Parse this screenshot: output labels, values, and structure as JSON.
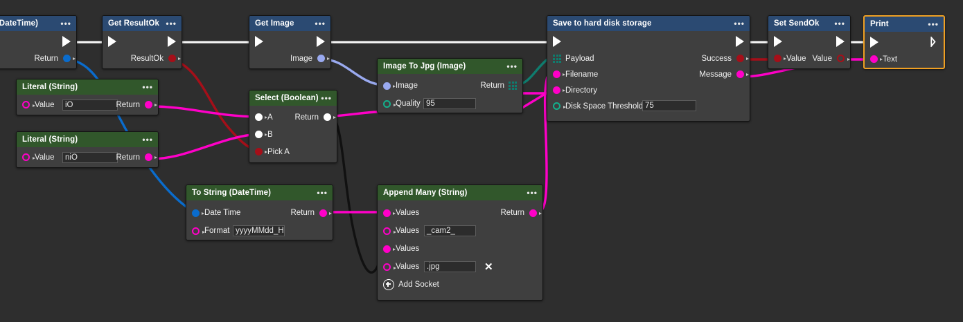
{
  "editor": {
    "background": "#2e2e2e",
    "header_exec_color": "#2b4a72",
    "header_pure_color": "#31572b",
    "selection_color": "#f0a022",
    "wire_colors": {
      "exec": "#f2f2f2",
      "string": "#ff00c8",
      "boolean": "#a50f19",
      "datetime": "#0a6ccd",
      "image": "#9aaaf0",
      "array": "#0f7c6e",
      "wildcard": "#111111"
    }
  },
  "nodes": [
    {
      "id": "now",
      "title": "Now (DateTime)",
      "kind": "exec",
      "menu": "•••",
      "exec_in": "hollow",
      "exec_out": "filled",
      "outputs": [
        {
          "label": "Return",
          "type": "datetime",
          "filled": true
        }
      ],
      "inputs": []
    },
    {
      "id": "get-resultok",
      "title": "Get ResultOk",
      "kind": "exec",
      "menu": "•••",
      "exec_in": "filled",
      "exec_out": "filled",
      "outputs": [
        {
          "label": "ResultOk",
          "type": "boolean",
          "filled": true
        }
      ],
      "inputs": []
    },
    {
      "id": "get-image",
      "title": "Get Image",
      "kind": "exec",
      "menu": "•••",
      "exec_in": "filled",
      "exec_out": "filled",
      "outputs": [
        {
          "label": "Image",
          "type": "image",
          "filled": true
        }
      ],
      "inputs": []
    },
    {
      "id": "save-hard-disk",
      "title": "Save to hard disk storage",
      "kind": "exec",
      "menu": "•••",
      "exec_in": "filled",
      "exec_out": "filled",
      "inputs": [
        {
          "label": "Payload",
          "type": "array",
          "filled": true
        },
        {
          "label": "Filename",
          "type": "string",
          "filled": true
        },
        {
          "label": "Directory",
          "type": "string",
          "filled": true
        },
        {
          "label": "Disk Space Threshold",
          "type": "number",
          "filled": false,
          "value": "75"
        }
      ],
      "outputs": [
        {
          "label": "Success",
          "type": "boolean",
          "filled": true
        },
        {
          "label": "Message",
          "type": "string",
          "filled": true
        }
      ]
    },
    {
      "id": "set-sendok",
      "title": "Set SendOk",
      "kind": "exec",
      "menu": "•••",
      "exec_in": "filled",
      "exec_out": "filled",
      "inputs": [
        {
          "label": "Value",
          "type": "boolean",
          "filled": true
        }
      ],
      "outputs": [
        {
          "label": "Value",
          "type": "boolean",
          "filled": false
        }
      ]
    },
    {
      "id": "print",
      "title": "Print",
      "kind": "exec",
      "selected": true,
      "menu": "•••",
      "exec_in": "filled",
      "exec_out": "hollow",
      "inputs": [
        {
          "label": "Text",
          "type": "string",
          "filled": true
        }
      ],
      "outputs": []
    },
    {
      "id": "literal-1",
      "title": "Literal (String)",
      "kind": "pure",
      "menu": "•••",
      "inputs": [
        {
          "label": "Value",
          "type": "string",
          "filled": false,
          "value": "iO"
        }
      ],
      "outputs": [
        {
          "label": "Return",
          "type": "string",
          "filled": true
        }
      ]
    },
    {
      "id": "literal-2",
      "title": "Literal (String)",
      "kind": "pure",
      "menu": "•••",
      "inputs": [
        {
          "label": "Value",
          "type": "string",
          "filled": false,
          "value": "niO"
        }
      ],
      "outputs": [
        {
          "label": "Return",
          "type": "string",
          "filled": true
        }
      ]
    },
    {
      "id": "select-boolean",
      "title": "Select (Boolean)",
      "kind": "pure",
      "menu": "•••",
      "inputs": [
        {
          "label": "A",
          "type": "wildcard",
          "filled": true
        },
        {
          "label": "B",
          "type": "wildcard",
          "filled": true
        },
        {
          "label": "Pick A",
          "type": "boolean",
          "filled": true
        }
      ],
      "outputs": [
        {
          "label": "Return",
          "type": "wildcard",
          "filled": true
        }
      ]
    },
    {
      "id": "image-to-jpg",
      "title": "Image To Jpg (Image)",
      "kind": "pure",
      "menu": "•••",
      "inputs": [
        {
          "label": "Image",
          "type": "image",
          "filled": true
        },
        {
          "label": "Quality",
          "type": "number",
          "filled": false,
          "value": "95"
        }
      ],
      "outputs": [
        {
          "label": "Return",
          "type": "array",
          "filled": true
        }
      ]
    },
    {
      "id": "to-string-datetime",
      "title": "To String (DateTime)",
      "kind": "pure",
      "menu": "•••",
      "inputs": [
        {
          "label": "Date Time",
          "type": "datetime",
          "filled": true
        },
        {
          "label": "Format",
          "type": "string",
          "filled": false,
          "value": "yyyyMMdd_HH"
        }
      ],
      "outputs": [
        {
          "label": "Return",
          "type": "string",
          "filled": true
        }
      ]
    },
    {
      "id": "append-many",
      "title": "Append Many (String)",
      "kind": "pure",
      "menu": "•••",
      "inputs": [
        {
          "label": "Values",
          "type": "string",
          "filled": true,
          "value": ""
        },
        {
          "label": "Values",
          "type": "string",
          "filled": false,
          "value": "_cam2_"
        },
        {
          "label": "Values",
          "type": "string",
          "filled": true,
          "value": ""
        },
        {
          "label": "Values",
          "type": "string",
          "filled": false,
          "value": ".jpg",
          "remove": "✕"
        }
      ],
      "outputs": [
        {
          "label": "Return",
          "type": "string",
          "filled": true
        }
      ],
      "add_socket_label": "Add Socket"
    }
  ]
}
